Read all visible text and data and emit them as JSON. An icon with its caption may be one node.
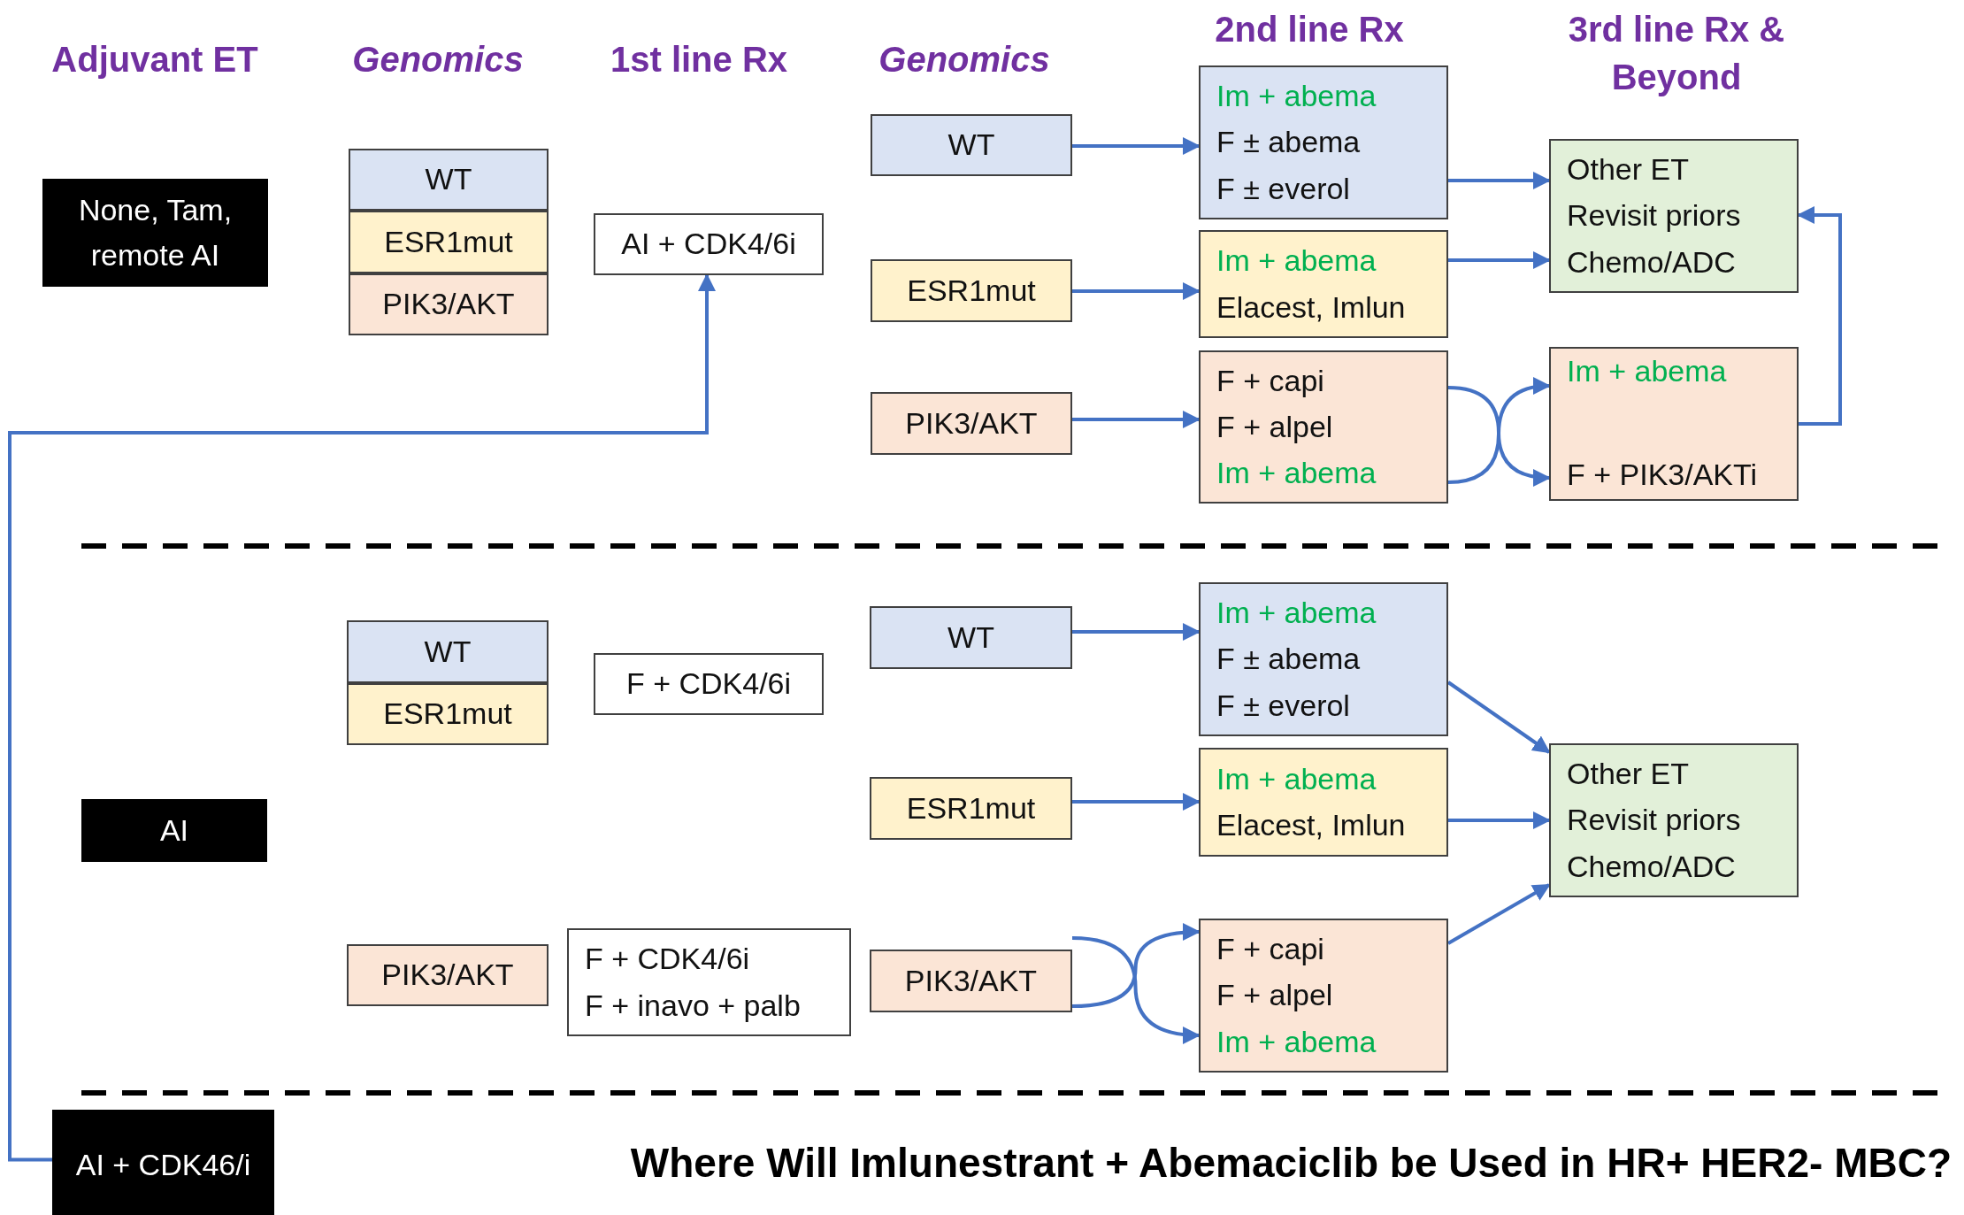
{
  "diagram": {
    "title": "Where Will Imlunestrant + Abemaciclib be Used in HR+ HER2- MBC?",
    "nodes": [
      {
        "text": [
          "None, Tam, remote AI"
        ]
      },
      {
        "text": [
          "WT"
        ]
      },
      {
        "text": [
          "ESR1mut"
        ]
      },
      {
        "text": [
          "PIK3/AKT"
        ]
      },
      {
        "text": [
          "AI + CDK4/6i"
        ]
      },
      {
        "text": [
          "WT"
        ]
      },
      {
        "text": [
          "ESR1mut"
        ]
      },
      {
        "text": [
          "PIK3/AKT"
        ]
      },
      {
        "text": [
          "Im + abema",
          "F ± abema",
          "F ± everol"
        ]
      },
      {
        "text": [
          "Im + abema",
          "Elacest, Imlun"
        ]
      },
      {
        "text": [
          "F + capi",
          "F + alpel",
          "Im + abema"
        ]
      },
      {
        "text": [
          "Other ET",
          "Revisit priors",
          "Chemo/ADC"
        ]
      },
      {
        "text": [
          "Im + abema",
          "F + PIK3/AKTi"
        ]
      },
      {
        "text": [
          "AI"
        ]
      },
      {
        "text": [
          "WT"
        ]
      },
      {
        "text": [
          "ESR1mut"
        ]
      },
      {
        "text": [
          "PIK3/AKT"
        ]
      },
      {
        "text": [
          "F + CDK4/6i"
        ]
      },
      {
        "text": [
          "F + CDK4/6i",
          "F + inavo + palb"
        ]
      },
      {
        "text": [
          "WT"
        ]
      },
      {
        "text": [
          "ESR1mut"
        ]
      },
      {
        "text": [
          "PIK3/AKT"
        ]
      },
      {
        "text": [
          "Im + abema",
          "F ± abema",
          "F ± everol"
        ]
      },
      {
        "text": [
          "Im + abema",
          "Elacest, Imlun"
        ]
      },
      {
        "text": [
          "F + capi",
          "F + alpel",
          "Im + abema"
        ]
      },
      {
        "text": [
          "Other ET",
          "Revisit priors",
          "Chemo/ADC"
        ]
      },
      {
        "text": [
          "AI + CDK46/i"
        ]
      }
    ],
    "edges": [
      {
        "from": 5,
        "to": 8,
        "arrow": "to"
      },
      {
        "from": 6,
        "to": 9,
        "arrow": "to"
      },
      {
        "from": 7,
        "to": 10,
        "arrow": "to"
      },
      {
        "from": 8,
        "to": 11,
        "arrow": "to"
      },
      {
        "from": 9,
        "to": 11,
        "arrow": "to"
      },
      {
        "from": 10,
        "to": 12,
        "arrow": "to"
      },
      {
        "from": 10,
        "to": 12,
        "arrow": "to"
      },
      {
        "from": 12,
        "to": 11,
        "arrow": "to"
      },
      {
        "from": 26,
        "to": 4,
        "arrow": "to"
      },
      {
        "from": 19,
        "to": 22,
        "arrow": "to"
      },
      {
        "from": 20,
        "to": 23,
        "arrow": "to"
      },
      {
        "from": 21,
        "to": 24,
        "arrow": "to"
      },
      {
        "from": 21,
        "to": 24,
        "arrow": "to"
      },
      {
        "from": 22,
        "to": 25,
        "arrow": "to"
      },
      {
        "from": 23,
        "to": 25,
        "arrow": "to"
      },
      {
        "from": 24,
        "to": 25,
        "arrow": "to"
      }
    ],
    "labels": [
      "Adjuvant ET",
      "Genomics",
      "1st line Rx",
      "Genomics",
      "2nd line Rx",
      "3rd line Rx & Beyond"
    ]
  }
}
